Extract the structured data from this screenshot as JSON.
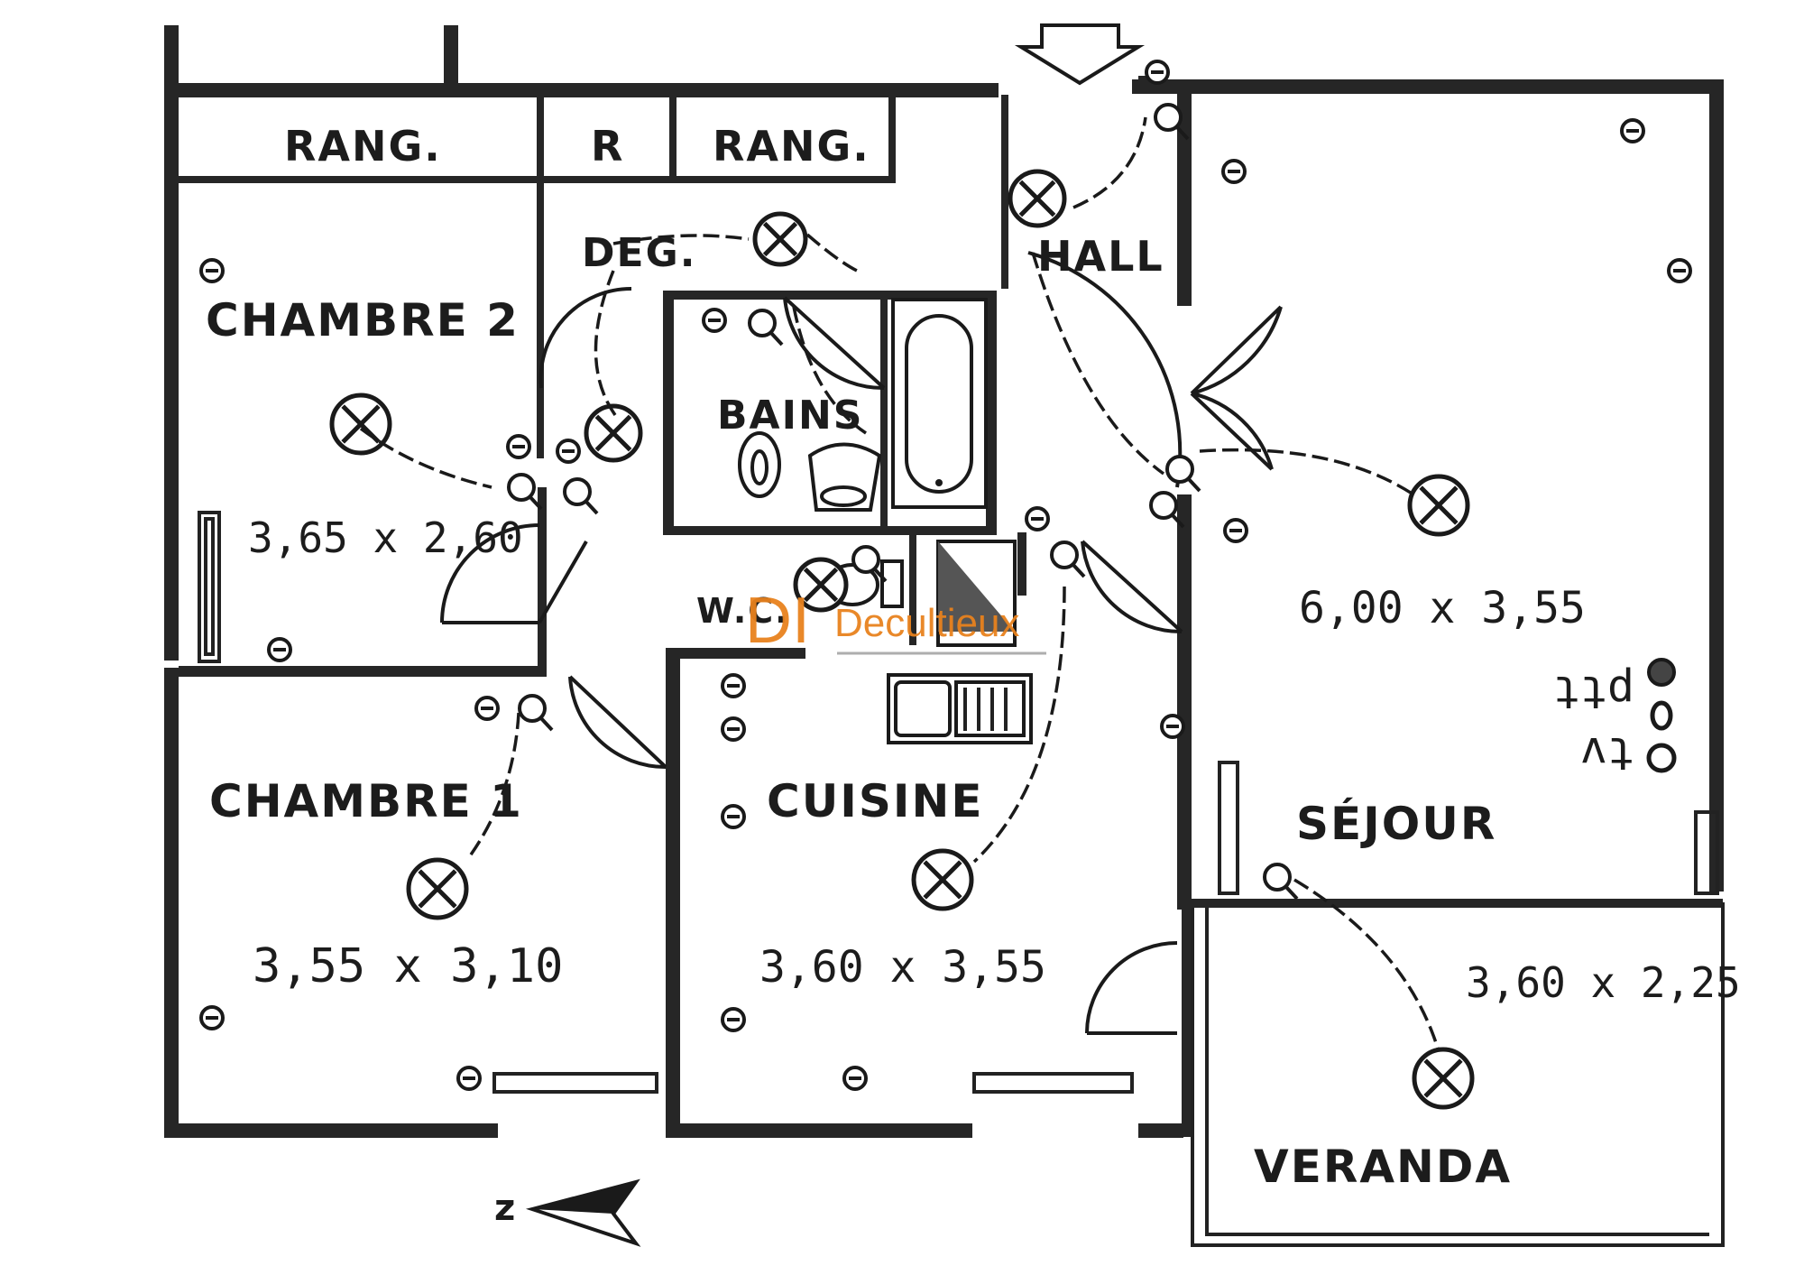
{
  "rooms": {
    "rang_left": "RANG.",
    "r": "R",
    "rang_right": "RANG.",
    "deg": "DEG.",
    "hall": "HALL",
    "chambre2": "CHAMBRE 2",
    "bains": "BAINS",
    "wc": "W.C.",
    "chambre1": "CHAMBRE 1",
    "cuisine": "CUISINE",
    "sejour": "SÉJOUR",
    "veranda": "VERANDA"
  },
  "dimensions": {
    "chambre2": "3,65 x 2,60",
    "sejour": "6,00 x 3,55",
    "chambre1": "3,55 x 3,10",
    "cuisine": "3,60 x 3,55",
    "veranda": "3,60 x 2,25"
  },
  "outlets": {
    "ptt": "ptt",
    "tv": "tv"
  },
  "compass": {
    "letter": "z"
  },
  "watermark": {
    "brand": "Decultieux",
    "logo_letters": "DI"
  }
}
